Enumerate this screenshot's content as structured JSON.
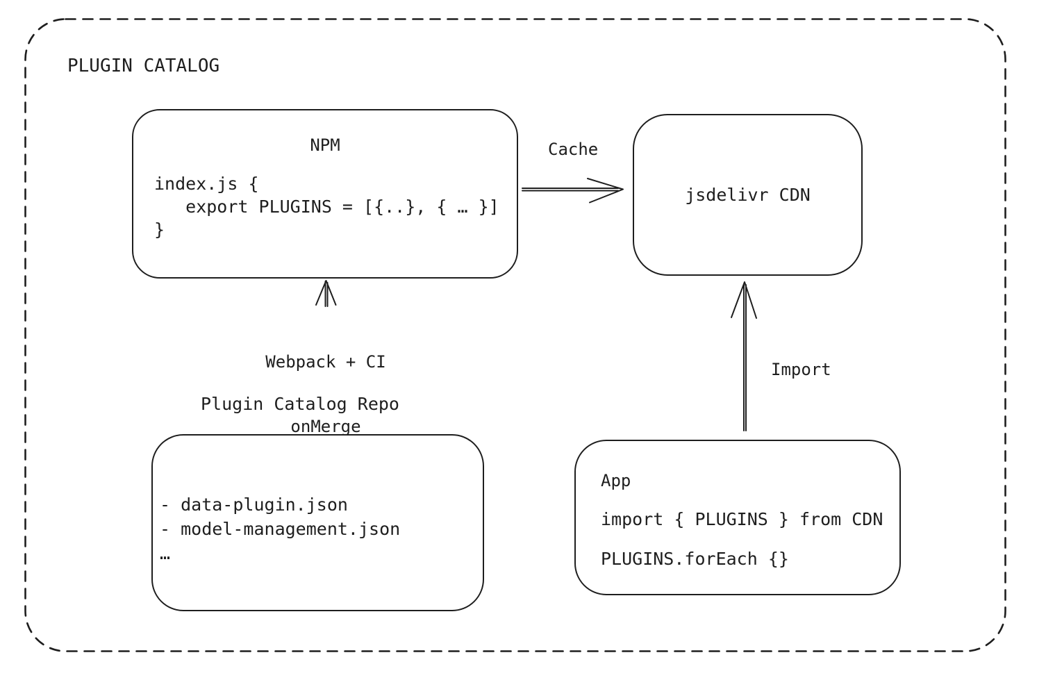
{
  "page": {
    "background": "#ffffff",
    "ink": "#1e1e1e"
  },
  "frame": {
    "title": "PLUGIN CATALOG",
    "style": "dashed-rounded-border"
  },
  "nodes": {
    "npm": {
      "title": "NPM",
      "code": [
        "index.js {",
        "   export PLUGINS = [{..}, { … }]",
        "}"
      ]
    },
    "cdn": {
      "label": "jsdelivr CDN"
    },
    "repo": {
      "heading": "Plugin Catalog Repo",
      "items": [
        "- data-plugin.json",
        "- model-management.json",
        "…"
      ]
    },
    "app": {
      "title": "App",
      "code": [
        "import { PLUGINS } from CDN",
        "PLUGINS.forEach {}"
      ]
    }
  },
  "edges": {
    "cache": {
      "label": "Cache",
      "from": "NPM",
      "to": "jsdelivr CDN"
    },
    "build": {
      "line1": "Webpack + CI",
      "line2": "onMerge",
      "from": "Plugin Catalog Repo",
      "to": "NPM"
    },
    "import": {
      "label": "Import",
      "from": "App",
      "to": "jsdelivr CDN"
    }
  }
}
